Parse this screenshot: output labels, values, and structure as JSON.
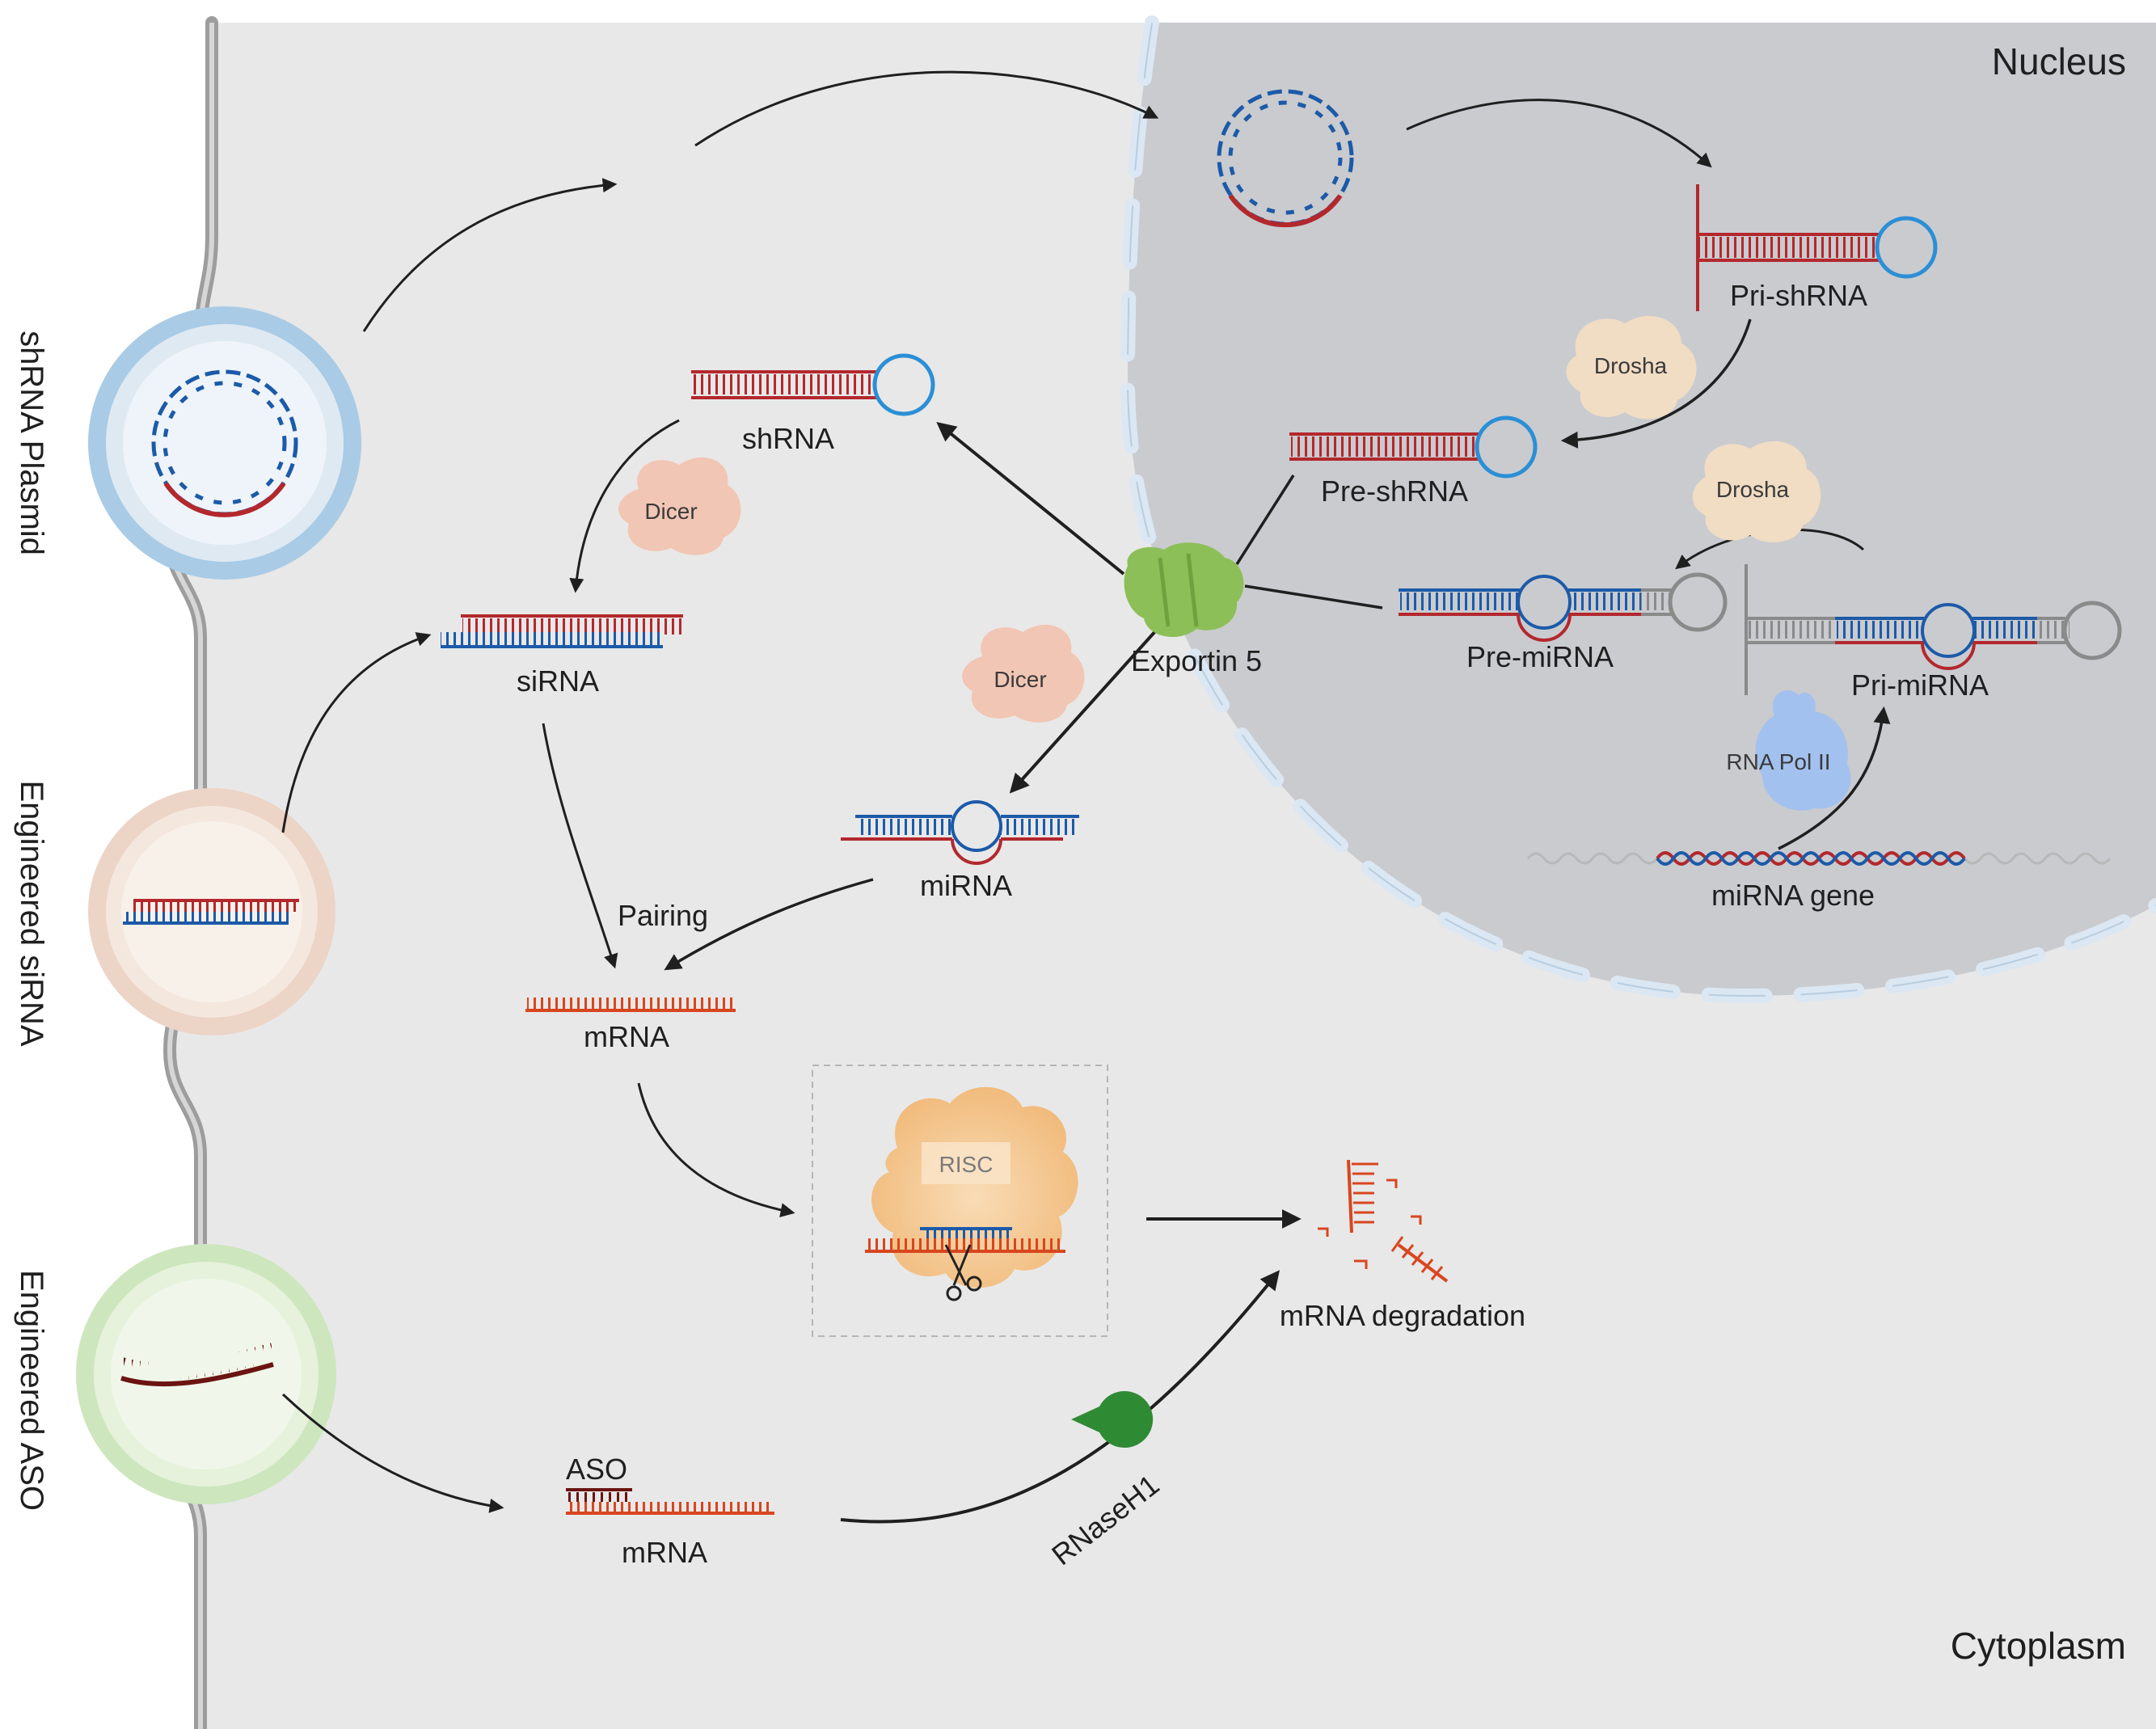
{
  "regions": {
    "nucleus": "Nucleus",
    "cytoplasm": "Cytoplasm"
  },
  "delivery": {
    "shrna_plasmid": "shRNA Plasmid",
    "engineered_sirna": "Engineered siRNA",
    "engineered_aso": "Engineered ASO"
  },
  "molecules": {
    "pri_shrna": "Pri-shRNA",
    "pre_shrna": "Pre-shRNA",
    "shrna": "shRNA",
    "sirna": "siRNA",
    "mirna": "miRNA",
    "pre_mirna": "Pre-miRNA",
    "pri_mirna": "Pri-miRNA",
    "mirna_gene": "miRNA gene",
    "mrna_pairing": "mRNA",
    "mrna_aso": "mRNA",
    "aso": "ASO",
    "mrna_degradation": "mRNA degradation"
  },
  "proteins": {
    "drosha_1": "Drosha",
    "drosha_2": "Drosha",
    "dicer_1": "Dicer",
    "dicer_2": "Dicer",
    "exportin": "Exportin 5",
    "rna_pol": "RNA Pol II",
    "risc": "RISC",
    "rnaseh1": "RNaseH1"
  },
  "steps": {
    "pairing": "Pairing"
  },
  "colors": {
    "background": "#e8e8e8",
    "nucleus": "#c9cbcf",
    "membrane": "#9d9d9d",
    "envelope_pore": "#dbe7f2",
    "strand_red": "#b3282d",
    "strand_blue": "#1c5aa8",
    "loop_blue": "#2b8fd6",
    "dicer": "#f2c6b4",
    "drosha": "#f1dcc4",
    "exportin": "#8cbf57",
    "rna_pol": "#9cc0f5",
    "risc": "#f4c38c",
    "rnaseh1": "#2f8a34",
    "aso_strand": "#6b1411",
    "mrna_orange": "#d8461f",
    "plasmid_ring": "#a9cbe5",
    "sirna_ring": "#ecd4c6",
    "aso_ring": "#cde6bd"
  }
}
